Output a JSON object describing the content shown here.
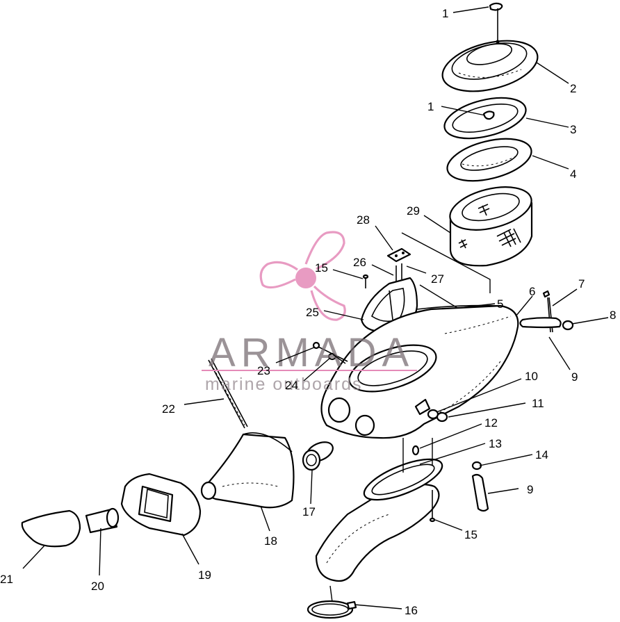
{
  "watermark": {
    "brand": "ARMADA",
    "tagline": "marine outboards",
    "logo_color": "#e48ab8",
    "text_color": "#7a6f75"
  },
  "callouts": [
    {
      "id": "c1a",
      "text": "1"
    },
    {
      "id": "c2",
      "text": "2"
    },
    {
      "id": "c1b",
      "text": "1"
    },
    {
      "id": "c3",
      "text": "3"
    },
    {
      "id": "c4",
      "text": "4"
    },
    {
      "id": "c29",
      "text": "29"
    },
    {
      "id": "c28",
      "text": "28"
    },
    {
      "id": "c26",
      "text": "26"
    },
    {
      "id": "c27",
      "text": "27"
    },
    {
      "id": "c15a",
      "text": "15"
    },
    {
      "id": "c5",
      "text": "5"
    },
    {
      "id": "c6",
      "text": "6"
    },
    {
      "id": "c7",
      "text": "7"
    },
    {
      "id": "c8",
      "text": "8"
    },
    {
      "id": "c9a",
      "text": "9"
    },
    {
      "id": "c25",
      "text": "25"
    },
    {
      "id": "c23",
      "text": "23"
    },
    {
      "id": "c24",
      "text": "24"
    },
    {
      "id": "c10",
      "text": "10"
    },
    {
      "id": "c11",
      "text": "11"
    },
    {
      "id": "c22",
      "text": "22"
    },
    {
      "id": "c12",
      "text": "12"
    },
    {
      "id": "c13",
      "text": "13"
    },
    {
      "id": "c14",
      "text": "14"
    },
    {
      "id": "c9b",
      "text": "9"
    },
    {
      "id": "c17",
      "text": "17"
    },
    {
      "id": "c18",
      "text": "18"
    },
    {
      "id": "c15b",
      "text": "15"
    },
    {
      "id": "c19",
      "text": "19"
    },
    {
      "id": "c20",
      "text": "20"
    },
    {
      "id": "c21",
      "text": "21"
    },
    {
      "id": "c16",
      "text": "16"
    }
  ]
}
